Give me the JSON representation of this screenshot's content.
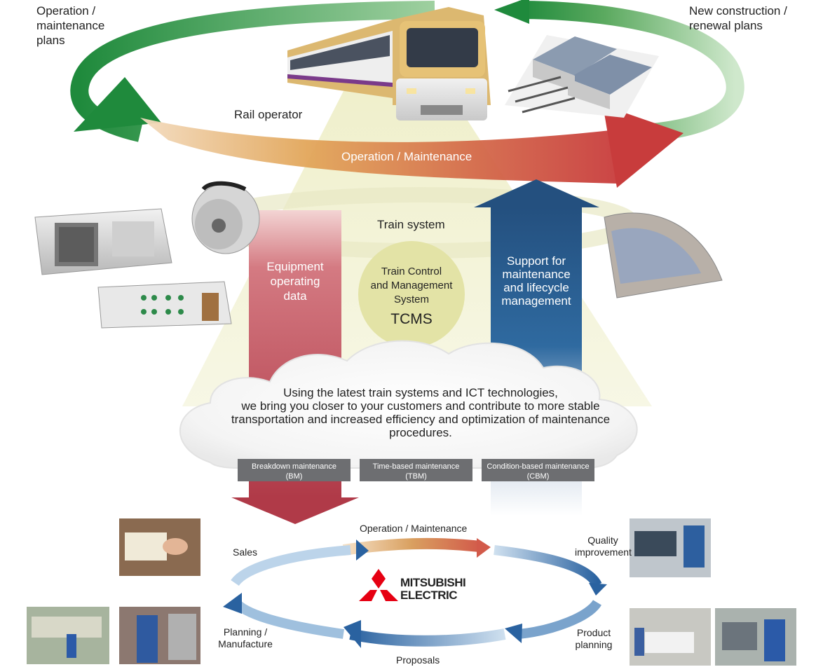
{
  "top_left_label": "Operation /\nmaintenance\nplans",
  "top_right_label": "New construction /\nrenewal plans",
  "rail_operator": "Rail operator",
  "outer_band_label": "Operation / Maintenance",
  "train_system": "Train system",
  "tcms": {
    "full_name": "Train Control\nand Management\nSystem",
    "abbr": "TCMS"
  },
  "left_arrow_label": "Equipment\noperating\ndata",
  "right_arrow_label": "Support for\nmaintenance\nand lifecycle\nmanagement",
  "cloud_text": "Using the latest train systems and ICT technologies,\nwe bring you closer to your customers and contribute to more stable\ntransportation and increased efficiency and optimization of maintenance\nprocedures.",
  "maintenance_types": [
    {
      "label": "Breakdown maintenance\n(BM)"
    },
    {
      "label": "Time-based maintenance\n(TBM)"
    },
    {
      "label": "Condition-based maintenance\n(CBM)"
    }
  ],
  "lower_cycle": {
    "top": "Operation / Maintenance",
    "right_top": "Quality\nimprovement",
    "right_bottom": "Product\nplanning",
    "bottom": "Proposals",
    "left_bottom": "Planning /\nManufacture",
    "left_top": "Sales"
  },
  "logo": {
    "line1": "MITSUBISHI",
    "line2": "ELECTRIC"
  },
  "colors": {
    "green": "#2a8a3e",
    "red_arrow": "#b84a56",
    "blue_arrow": "#2d5f8f",
    "orange": "#e0a050",
    "olive_circle": "#e3e3a6",
    "logo_red": "#e60012"
  }
}
